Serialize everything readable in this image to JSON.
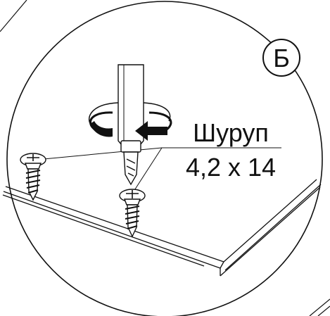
{
  "diagram": {
    "step_badge": "Б",
    "part_label": "Шуруп",
    "part_size": "4,2 x 14",
    "icons": {
      "screwdriver": "screwdriver-icon",
      "rotation": "rotate-clockwise-arrow-icon",
      "screw": "wood-screw-icon"
    },
    "colors": {
      "ink": "#111111",
      "paper": "#ffffff"
    }
  }
}
